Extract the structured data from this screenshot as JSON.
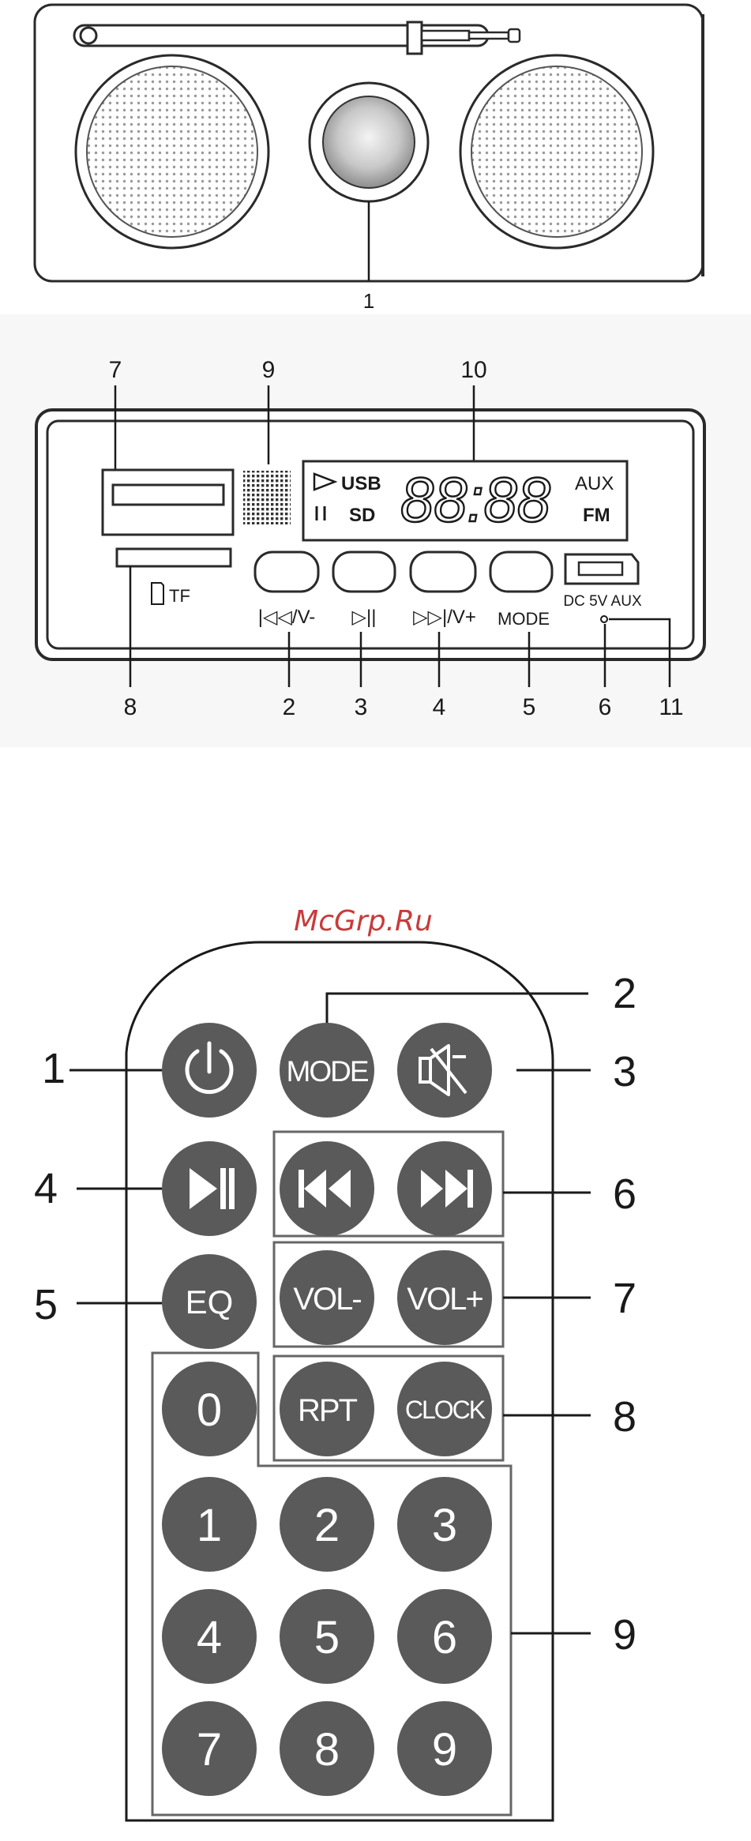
{
  "figure_top": {
    "callout": "1"
  },
  "figure_panel": {
    "callouts": {
      "n7": "7",
      "n9": "9",
      "n10": "10",
      "n8": "8",
      "n2": "2",
      "n3": "3",
      "n4": "4",
      "n5": "5",
      "n6": "6",
      "n11": "11"
    },
    "display": {
      "usb": "USB",
      "sd": "SD",
      "aux": "AUX",
      "fm": "FM",
      "digits": "88:88"
    },
    "labels": {
      "tf": "TF",
      "prev_vol": "|◁◁/V-",
      "play_pause": "▷||",
      "next_vol": "▷▷|/V+",
      "mode": "MODE",
      "dc_aux": "DC 5V AUX"
    }
  },
  "watermark": "McGrp.Ru",
  "figure_remote": {
    "callouts": {
      "n1": "1",
      "n2": "2",
      "n3": "3",
      "n4": "4",
      "n5": "5",
      "n6": "6",
      "n7": "7",
      "n8": "8",
      "n9": "9"
    },
    "buttons": {
      "power": "power-icon",
      "mode": "MODE",
      "mute": "mute-icon",
      "play_pause": "play-pause-icon",
      "prev": "previous-icon",
      "next": "next-icon",
      "eq": "EQ",
      "vol_minus": "VOL-",
      "vol_plus": "VOL+",
      "zero": "0",
      "rpt": "RPT",
      "clock": "CLOCK",
      "one": "1",
      "two": "2",
      "three": "3",
      "four": "4",
      "five": "5",
      "six": "6",
      "seven": "7",
      "eight": "8",
      "nine": "9"
    },
    "colors": {
      "button": "#5a5a5a",
      "button_text": "#ffffff",
      "line": "#1a1a1a"
    }
  }
}
